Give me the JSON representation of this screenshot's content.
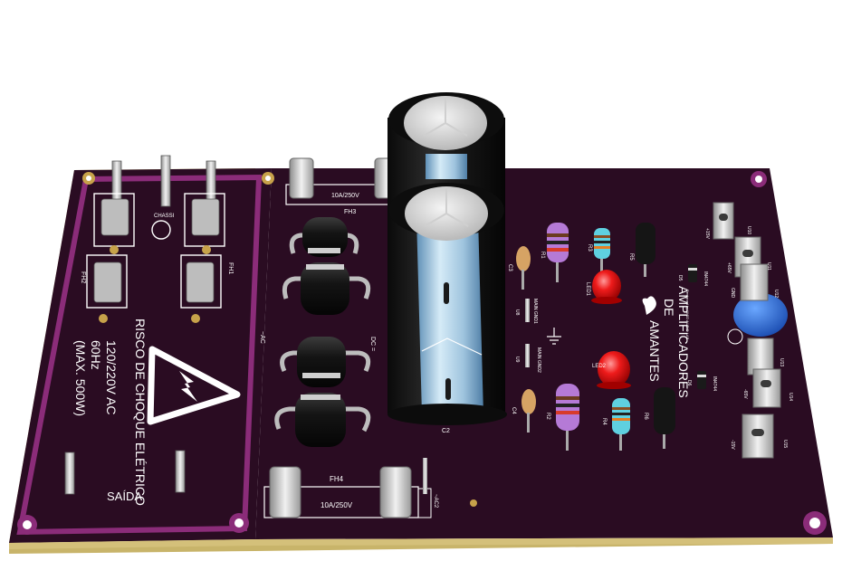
{
  "board": {
    "colors": {
      "substrate": "#2a0c22",
      "substrate_edge": "#1a0616",
      "silkscreen": "#ffffff",
      "copper_outline": "#8b2c79",
      "fr4_edge": "#c8b46a"
    }
  },
  "labels": {
    "fh3": "FH3",
    "fh4": "FH4",
    "fuse_top": "10A/250V",
    "fuse_bottom": "10A/250V",
    "dc": "DC =",
    "ac_left": "~AC",
    "ac2": "~AC2",
    "c2": "C2",
    "fh1": "FH1",
    "fh2": "FH2",
    "chassi": "CHASSI",
    "risk1": "RISCO DE CHOQUE ELÉTRICO",
    "risk2": "120/220V   AC",
    "risk3": "60Hz",
    "risk4": "(MAX. 500W)",
    "saida": "SAÍDA",
    "brand1": "AMANTES",
    "brand2": "DE",
    "brand3": "AMPLIFICADORES",
    "brand_small": "Designed by NISO AUDIO LAB",
    "r1": "R1",
    "r2": "R2",
    "r3": "R3",
    "r4": "R4",
    "r5": "R5",
    "r6": "R6",
    "led1": "LED1",
    "led2": "LED2",
    "c3": "C3",
    "c4": "C4",
    "d5": "D5",
    "d6": "D6",
    "in4744_a": "IN4744",
    "in4744_b": "IN4744",
    "main_gnd1": "MAIN GND1",
    "main_gnd2": "MAIN GND2",
    "u8": "U8",
    "u9": "U9",
    "plus15v": "+15V",
    "plus65v": "+65V",
    "gnd": "GND",
    "minus65v": "-65V",
    "minus15v": "-15V",
    "u10": "U10",
    "u11": "U11",
    "u12": "U12",
    "u13": "U13",
    "u14": "U14",
    "u15": "U15"
  }
}
